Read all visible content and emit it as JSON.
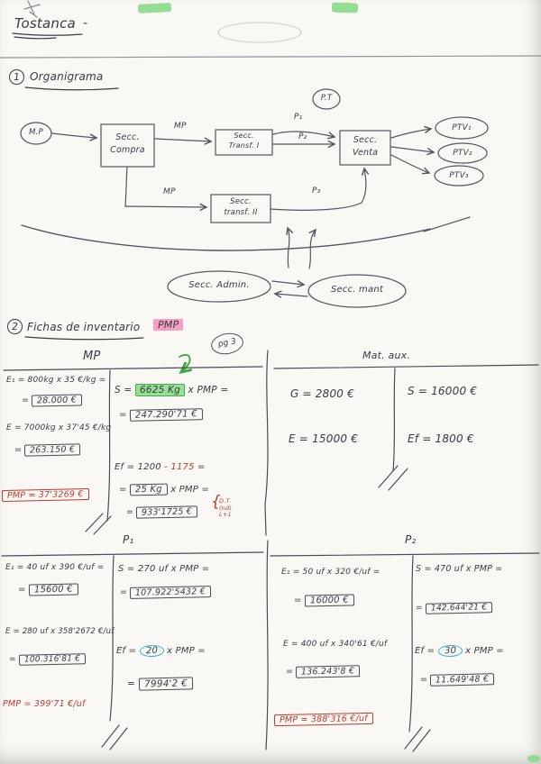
{
  "page": {
    "title": "Tostanca",
    "title_dash": "-"
  },
  "glyphs": {
    "eq": "=",
    "brace": "{"
  },
  "section_organigrama": {
    "number": "1",
    "heading": "Organigrama"
  },
  "diagram": {
    "mp_circle": "M.P",
    "compra_line1": "Secc.",
    "compra_line2": "Compra",
    "mp_top_label": "MP",
    "transf1_line1": "Secc.",
    "transf1_line2": "Transf. I",
    "p1_label": "P₁",
    "p2_label": "P₂",
    "pt_circle": "P.T",
    "venta_line1": "Secc.",
    "venta_line2": "Venta",
    "ptv1": "PTV₁",
    "ptv2": "PTV₂",
    "ptv3": "PTV₃",
    "mp_bottom_label": "MP",
    "transf2_line1": "Secc.",
    "transf2_line2": "transf. II",
    "p3_label": "P₃",
    "admin_oval": "Secc.  Admin.",
    "mant_oval": "Secc.  mant"
  },
  "section_fichas": {
    "number": "2",
    "heading": "Fichas de inventario",
    "highlight": "PMP",
    "page_ref": "pg 3"
  },
  "table_mp": {
    "title": "MP",
    "e1_expr": "E₁ = 800kg x 35 €/kg =",
    "e1_value": "28.000 €",
    "e_expr": "E = 7000kg x 37'45 €/kg",
    "e_value": "263.150 €",
    "pmp_value": "PMP = 37'3269 €",
    "s_pre": "S =",
    "s_qty": "6625 Kg",
    "s_post": "x PMP =",
    "s_value": "247.290'71 €",
    "ef_pre": "Ef = 1200 -",
    "ef_red": "1175",
    "ef_qty": "25 Kg",
    "ef_mid": "x PMP =",
    "ef_value": "933'1725 €",
    "note_line1": "D.T",
    "note_line2": "(nd)",
    "note_line3": "L+1"
  },
  "table_mataux": {
    "title": "Mat. aux.",
    "g": "G = 2800  €",
    "s": "S = 16000  €",
    "e": "E = 15000  €",
    "ef": "Ef = 1800  €"
  },
  "table_p1": {
    "title": "P₁",
    "e1_expr": "E₁ = 40 uf x 390 €/uf =",
    "e1_value": "15600 €",
    "s_expr": "S = 270 uf x PMP =",
    "s_value": "107.922'5432 €",
    "e_expr": "E = 280 uf x 358'2672 €/uf",
    "e_value": "100.316'81 €",
    "ef_pre": "Ef =",
    "ef_qty": "20",
    "ef_post": "x PMP =",
    "ef_value": "7994'2 €",
    "pmp_value": "PMP = 399'71 €/uf"
  },
  "table_p2": {
    "title": "P₂",
    "e1_expr": "E₁ = 50 uf x 320 €/uf =",
    "e1_value": "16000 €",
    "s_expr": "S = 470 uf x PMP =",
    "s_value": "142.644'21 €",
    "e_expr": "E = 400 uf x 340'61 €/uf",
    "e_value": "136.243'8 €",
    "ef_pre": "Ef =",
    "ef_qty": "30",
    "ef_post": "x PMP =",
    "ef_value": "11.649'48 €",
    "pmp_value": "PMP = 388'316 €/uf"
  },
  "colors": {
    "ink": "#3b3b42",
    "red": "#bf3a2b",
    "cyan": "#2db3cf",
    "green_highlight": "#82d982",
    "pink_highlight": "#f291b6"
  }
}
